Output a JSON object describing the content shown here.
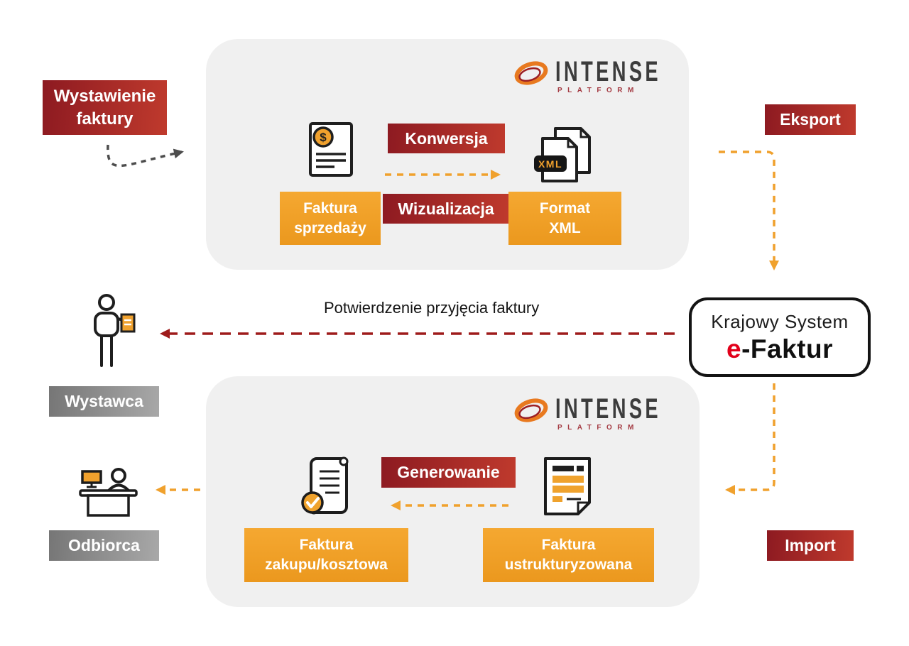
{
  "colors": {
    "brand_orange": "#EFA22D",
    "brand_dark_red": "#9E1B21",
    "badge_red_start": "#8D1A21",
    "badge_red_end": "#BF3A2D",
    "badge_orange": "#F0A12D",
    "badge_gray": "#8F8F8F",
    "panel_bg": "#F0F0F0",
    "arrow_orange": "#F0A12D",
    "arrow_dark_red": "#9E1B1B",
    "arrow_gray": "#4D4D4D",
    "ksef_accent_red": "#E2001A"
  },
  "left_column": {
    "wystawienie_badge": "Wystawienie\nfaktury",
    "wystawca_badge": "Wystawca",
    "odbiorca_badge": "Odbiorca"
  },
  "right_column": {
    "eksport_badge": "Eksport",
    "import_badge": "Import"
  },
  "top_panel": {
    "logo": {
      "brand": "INTENSE",
      "sub": "PLATFORM"
    },
    "konwersja_badge": "Konwersja",
    "wizualizacja_badge": "Wizualizacja",
    "faktura_sprzedazy_badge": "Faktura\nsprzedaży",
    "format_xml_badge": "Format\nXML",
    "invoice_dollar": "$",
    "xml_icon_label": "XML"
  },
  "bottom_panel": {
    "logo": {
      "brand": "INTENSE",
      "sub": "PLATFORM"
    },
    "generowanie_badge": "Generowanie",
    "faktura_zakupu_badge": "Faktura\nzakupu/kosztowa",
    "faktura_ustrukturyzowana_badge": "Faktura\nustrukturyzowana"
  },
  "ksef": {
    "line1": "Krajowy System",
    "accent": "e",
    "rest": "-Faktur"
  },
  "middle": {
    "confirmation_text": "Potwierdzenie przyjęcia faktury"
  }
}
